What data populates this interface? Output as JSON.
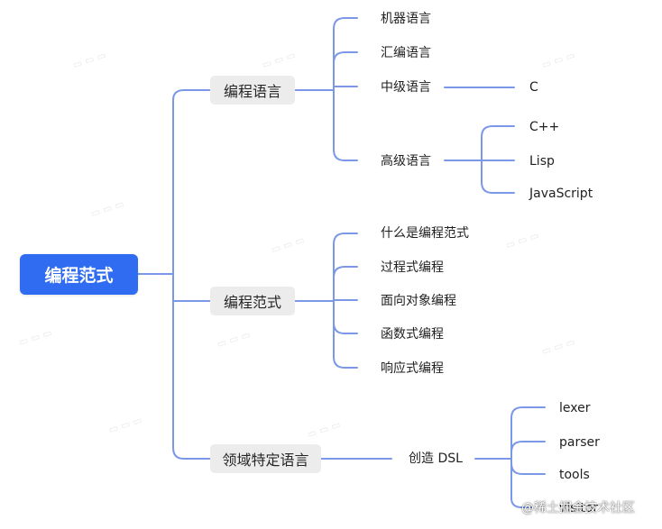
{
  "root": {
    "label": "编程范式"
  },
  "branches": [
    {
      "label": "编程语言",
      "children": [
        {
          "label": "机器语言"
        },
        {
          "label": "汇编语言"
        },
        {
          "label": "中级语言",
          "children": [
            {
              "label": "C"
            }
          ]
        },
        {
          "label": "高级语言",
          "children": [
            {
              "label": "C++"
            },
            {
              "label": "Lisp"
            },
            {
              "label": "JavaScript"
            }
          ]
        }
      ]
    },
    {
      "label": "编程范式",
      "children": [
        {
          "label": "什么是编程范式"
        },
        {
          "label": "过程式编程"
        },
        {
          "label": "面向对象编程"
        },
        {
          "label": "函数式编程"
        },
        {
          "label": "响应式编程"
        }
      ]
    },
    {
      "label": "领域特定语言",
      "children": [
        {
          "label": "创造 DSL",
          "children": [
            {
              "label": "lexer"
            },
            {
              "label": "parser"
            },
            {
              "label": "tools"
            },
            {
              "label": "visitor"
            }
          ]
        }
      ]
    }
  ],
  "footer": {
    "text": "@稀土掘金技术社区"
  },
  "colors": {
    "root": "#2f6cf1",
    "branch_bg": "#ececec",
    "connector": "#7b98e8"
  }
}
